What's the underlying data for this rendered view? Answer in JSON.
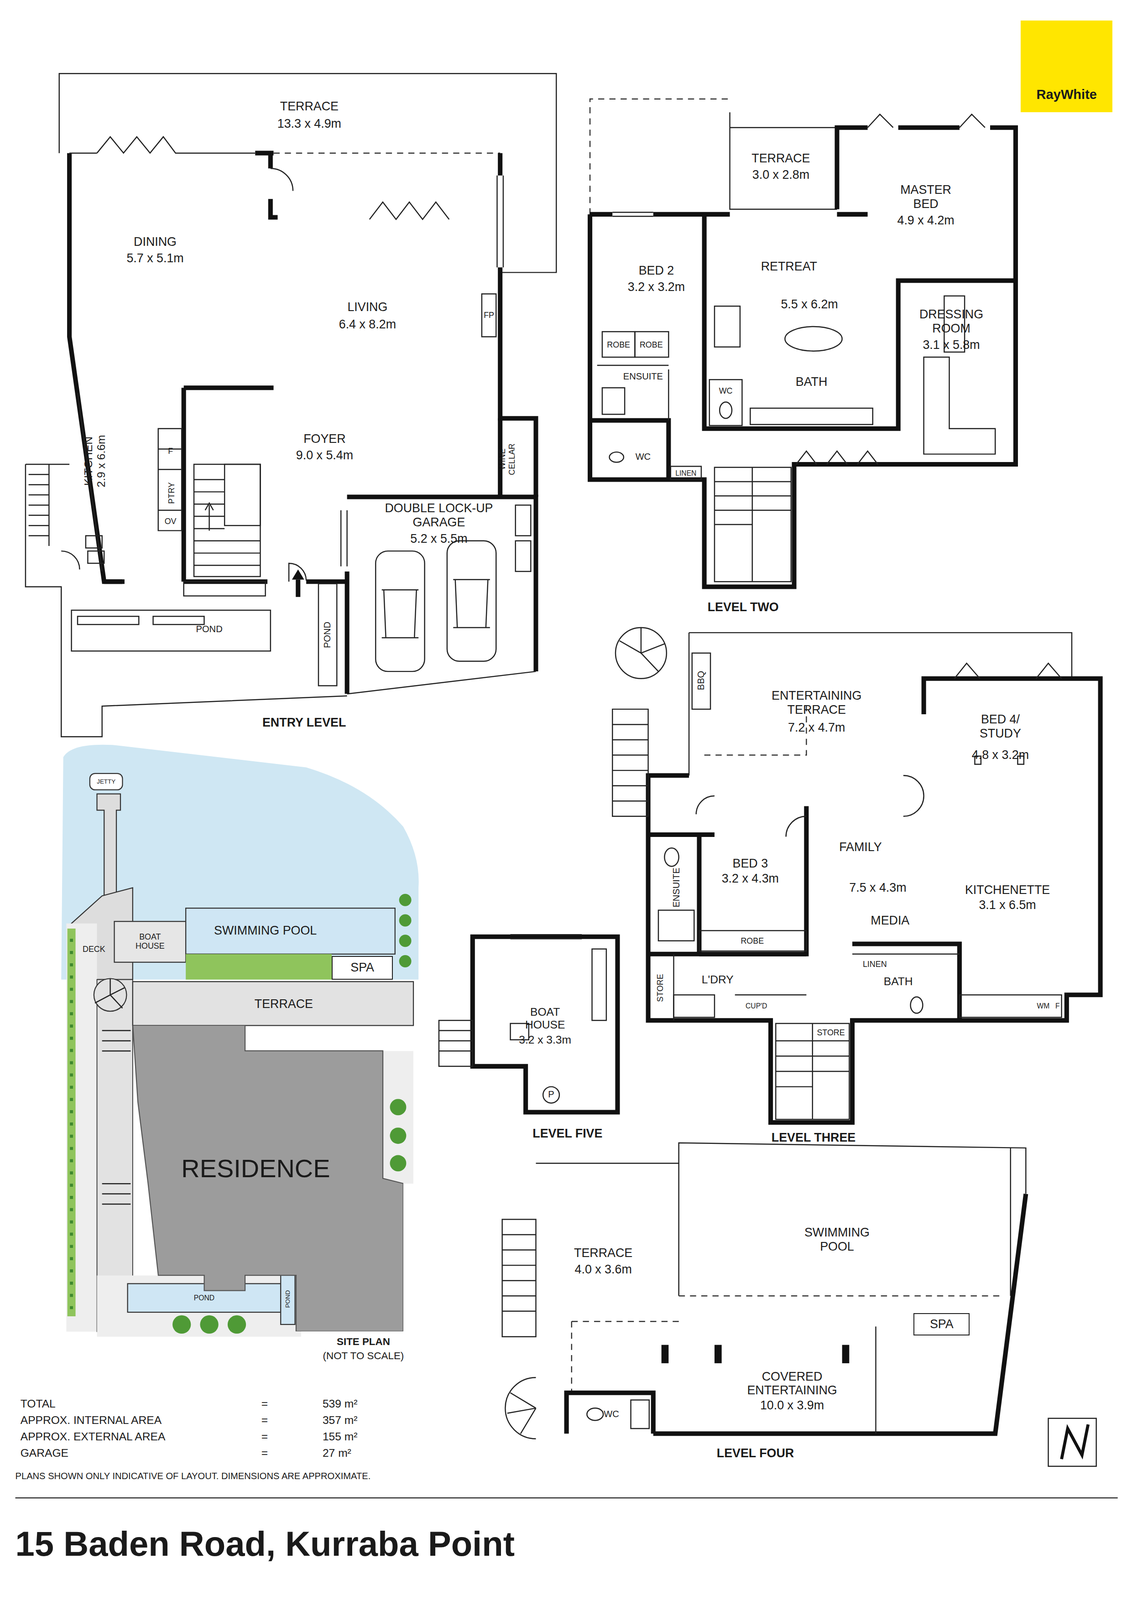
{
  "diagram": {
    "title": "15 Baden Road, Kurraba Point",
    "nodes": [
      {
        "text": [
          "RayWhite"
        ]
      },
      {
        "text": [
          "RESIDENCE"
        ]
      },
      {
        "text": [
          "SPA"
        ]
      },
      {
        "text": [
          "SPA"
        ]
      }
    ],
    "labels": [
      "TERRACE",
      "13.3 x 4.9m",
      "DINING",
      "5.7 x 5.1m",
      "LIVING",
      "6.4 x 8.2m",
      "FP",
      "FOYER",
      "9.0 x 5.4m",
      "KITCHEN 2.9 x 6.6m",
      "F",
      "PTRY",
      "OV",
      "WINE CELLAR",
      "DOUBLE LOCK-UP GARAGE",
      "5.2 x 5.5m",
      "POND",
      "POND",
      "ENTRY LEVEL",
      "TERRACE",
      "3.0 x 2.8m",
      "MASTER BED",
      "4.9 x 4.2m",
      "BED 2",
      "3.2 x 3.2m",
      "RETREAT",
      "5.5 x 6.2m",
      "DRESSING ROOM",
      "3.1 x 5.8m",
      "ROBE",
      "ROBE",
      "ENSUITE",
      "WC",
      "BATH",
      "WC",
      "LINEN",
      "LEVEL TWO",
      "BBQ",
      "ENTERTAINING TERRACE",
      "7.2 x 4.7m",
      "BED 4/ STUDY",
      "4.8 x 3.2m",
      "FAMILY",
      "BED 3",
      "3.2 x 4.3m",
      "7.5 x 4.3m",
      "KITCHENETTE",
      "3.1 x 6.5m",
      "MEDIA",
      "ENSUITE",
      "ROBE",
      "LINEN",
      "STORE",
      "L'DRY",
      "CUP'D",
      "BATH",
      "WM",
      "F",
      "STORE",
      "LEVEL THREE",
      "BOAT HOUSE",
      "3.2 x 3.3m",
      "P",
      "LEVEL FIVE",
      "TERRACE",
      "4.0 x 3.6m",
      "SWIMMING POOL",
      "COVERED ENTERTAINING",
      "10.0 x 3.9m",
      "WC",
      "LEVEL FOUR",
      "JETTY",
      "DECK",
      "BOAT HOUSE",
      "SWIMMING POOL",
      "TERRACE",
      "POND",
      "POND",
      "SITE PLAN",
      "(NOT TO SCALE)",
      "TOTAL",
      "=",
      "539 m²",
      "APPROX. INTERNAL AREA",
      "=",
      "357 m²",
      "APPROX. EXTERNAL AREA",
      "=",
      "155 m²",
      "GARAGE",
      "=",
      "27 m²",
      "PLANS SHOWN ONLY INDICATIVE OF LAYOUT. DIMENSIONS ARE APPROXIMATE."
    ]
  }
}
